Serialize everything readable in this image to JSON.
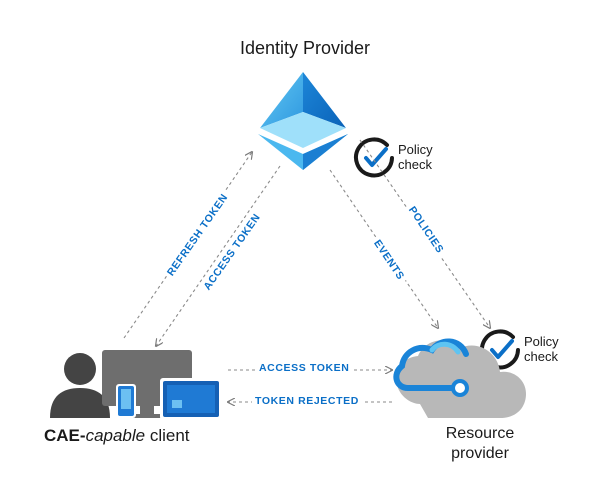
{
  "identity_provider": {
    "title": "Identity Provider",
    "policy_check": {
      "line1": "Policy",
      "line2": "check"
    }
  },
  "resource_provider": {
    "title_line1": "Resource",
    "title_line2": "provider",
    "policy_check": {
      "line1": "Policy",
      "line2": "check"
    }
  },
  "client": {
    "title_prefix": "CAE-",
    "title_italic": "capable",
    "title_suffix": " client"
  },
  "flows": {
    "refresh_token": "REFRESH TOKEN",
    "access_token_diagonal": "ACCESS TOKEN",
    "events": "EVENTS",
    "policies": "POLICIES",
    "access_token_horizontal": "ACCESS TOKEN",
    "token_rejected": "TOKEN REJECTED"
  },
  "colors": {
    "flow_text": "#0b6fc7",
    "arrow": "#8a8a8a",
    "azure_light": "#5ec4f2",
    "azure_dark": "#0a78d4",
    "cloud_grey": "#b8b8b8",
    "monitor_grey": "#6e6e6e",
    "check_blue": "#0b6fc7"
  }
}
